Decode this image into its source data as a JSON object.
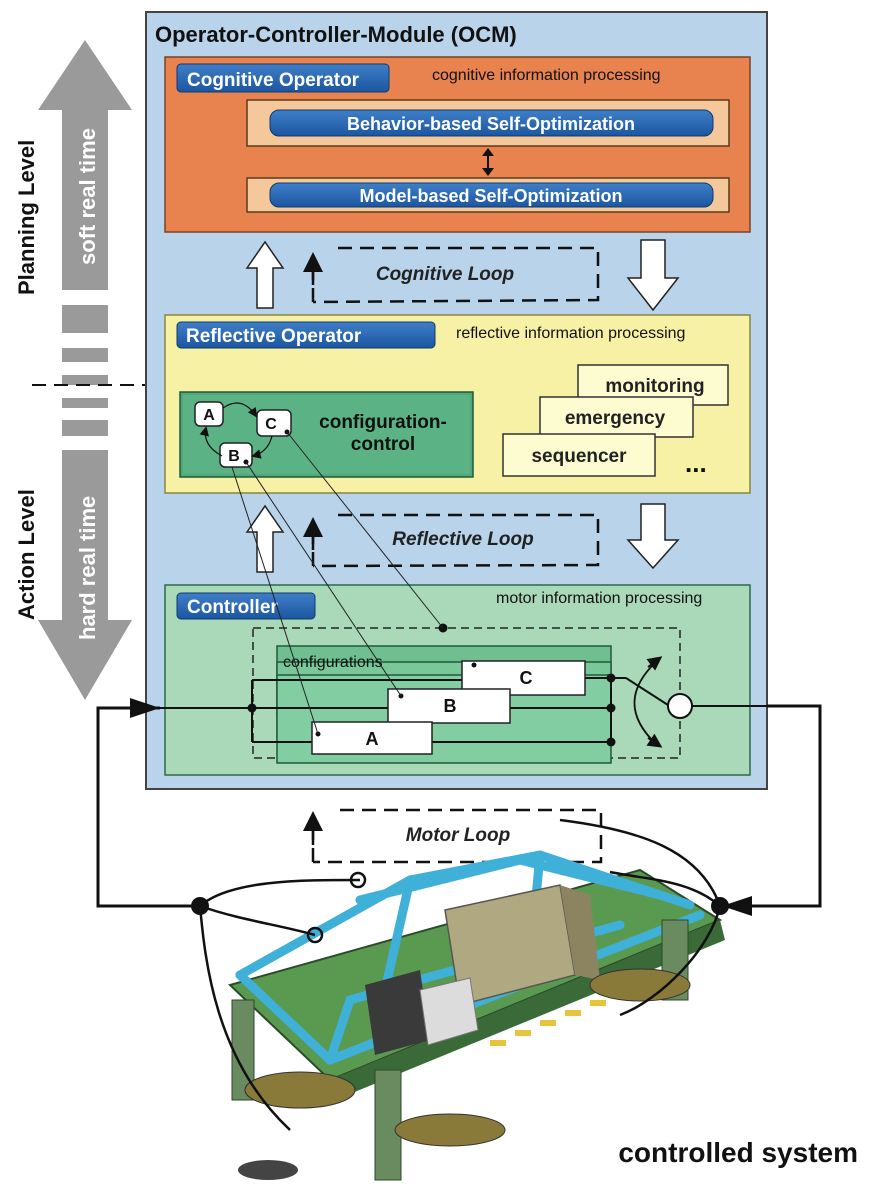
{
  "ocm": {
    "title": "Operator-Controller-Module (OCM)"
  },
  "side": {
    "planning_level": "Planning Level",
    "action_level": "Action Level",
    "soft_real_time": "soft real time",
    "hard_real_time": "hard real time"
  },
  "cognitive": {
    "label": "Cognitive Operator",
    "processing": "cognitive information processing",
    "behavior": "Behavior-based Self-Optimization",
    "model": "Model-based Self-Optimization",
    "loop": "Cognitive Loop"
  },
  "reflective": {
    "label": "Reflective Operator",
    "processing": "reflective information processing",
    "config_control_line1": "configuration-",
    "config_control_line2": "control",
    "state_a": "A",
    "state_b": "B",
    "state_c": "C",
    "monitoring": "monitoring",
    "emergency": "emergency",
    "sequencer": "sequencer",
    "ellipsis": "...",
    "loop": "Reflective Loop"
  },
  "controller": {
    "label": "Controller",
    "processing": "motor information processing",
    "configurations": "configurations",
    "config_a": "A",
    "config_b": "B",
    "config_c": "C",
    "loop": "Motor Loop"
  },
  "system": {
    "caption": "controlled system"
  },
  "colors": {
    "ocm_bg": "#b8d3ea",
    "cognitive_bg": "#e8834f",
    "reflective_bg": "#f6f1a4",
    "controller_bg": "#a9d9b9",
    "label_blue": "#1c5fa8",
    "side_arrow": "#9a9a9a"
  }
}
